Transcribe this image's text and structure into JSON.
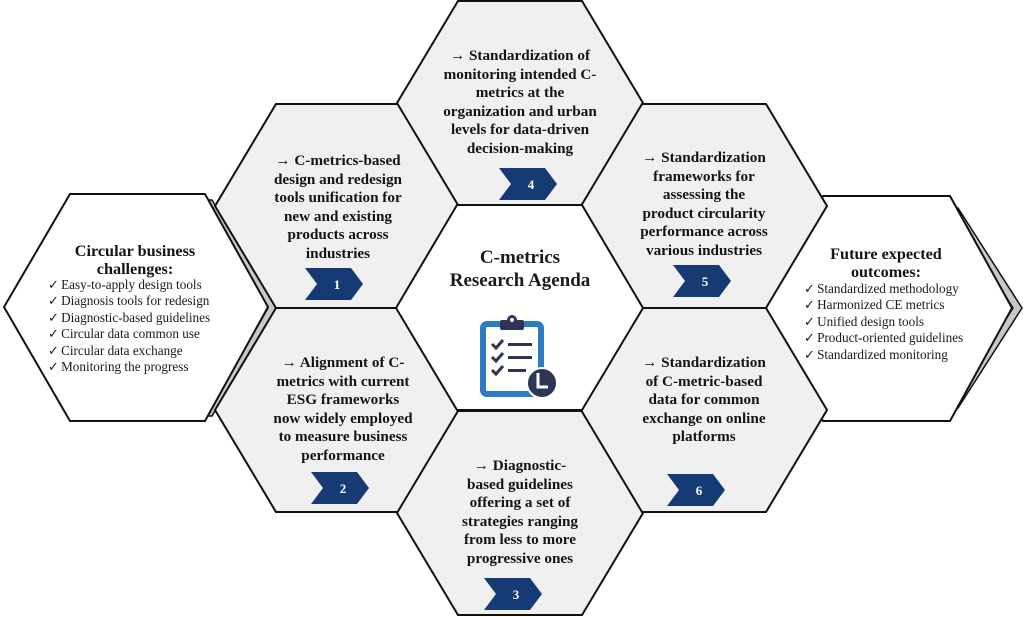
{
  "center": {
    "title_line1": "C-metrics",
    "title_line2": "Research Agenda",
    "icon": "clipboard-checklist-clock-icon"
  },
  "left": {
    "title_line1": "Circular business",
    "title_line2": "challenges:",
    "items": [
      "Easy-to-apply design tools",
      "Diagnosis tools for redesign",
      "Diagnostic-based guidelines",
      "Circular data common use",
      "Circular data exchange",
      "Monitoring the progress"
    ]
  },
  "right": {
    "title_line1": "Future expected",
    "title_line2": "outcomes:",
    "items": [
      "Standardized methodology",
      "Harmonized CE metrics",
      "Unified design tools",
      "Product-oriented guidelines",
      "Standardized monitoring"
    ]
  },
  "check_mark": "✓",
  "arrow": "→",
  "agenda": [
    {
      "number": "1",
      "lines": [
        "C-metrics-based",
        "design and redesign",
        "tools unification for",
        "new and existing",
        "products across",
        "industries"
      ]
    },
    {
      "number": "2",
      "lines": [
        "Alignment of C-",
        "metrics with current",
        "ESG frameworks",
        "now widely employed",
        "to measure business",
        "performance"
      ]
    },
    {
      "number": "3",
      "lines": [
        "Diagnostic-",
        "based guidelines",
        "offering a set of",
        "strategies ranging",
        "from less to more",
        "progressive ones"
      ]
    },
    {
      "number": "4",
      "lines": [
        "Standardization of",
        "monitoring intended C-",
        "metrics at the",
        "organization and urban",
        "levels for data-driven",
        "decision-making"
      ]
    },
    {
      "number": "5",
      "lines": [
        "Standardization",
        "frameworks for",
        "assessing the",
        "product circularity",
        "performance across",
        "various industries"
      ]
    },
    {
      "number": "6",
      "lines": [
        "Standardization",
        "of C-metric-based",
        "data for common",
        "exchange on online",
        "platforms"
      ]
    }
  ],
  "colors": {
    "hex_fill": "#f0f0f0",
    "outer_fill": "#ffffff",
    "stroke": "#111111",
    "shadow": "#c8c8c8",
    "badge": "#163a73",
    "icon_blue": "#2b7cc2",
    "icon_navy": "#2f3557"
  }
}
